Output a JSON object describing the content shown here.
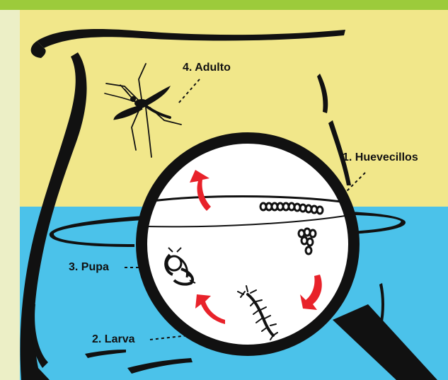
{
  "colors": {
    "top_bar": "#9ccb3b",
    "left_strip": "#ecefc6",
    "air_bg": "#f1e78a",
    "water_bg": "#4bc2ea",
    "ink": "#111111",
    "lens_fill": "#ffffff",
    "arrow_red": "#e8222a"
  },
  "labels": {
    "adult": "4. Adulto",
    "eggs": "1. Huevecillos",
    "pupa": "3. Pupa",
    "larva": "2. Larva"
  },
  "icons": [
    "mosquito-icon",
    "egg-raft-icon",
    "pupa-icon",
    "larva-icon",
    "cycle-arrow-icon",
    "magnifying-glass-icon",
    "jar-icon"
  ]
}
